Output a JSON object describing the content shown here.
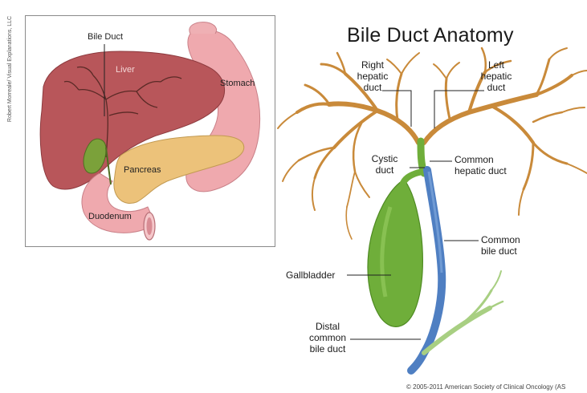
{
  "credit_vertical": "Robert Morreale/ Visual Explanations, LLC",
  "inset": {
    "labels": {
      "bile_duct": "Bile Duct",
      "liver": "Liver",
      "stomach": "Stomach",
      "pancreas": "Pancreas",
      "duodenum": "Duodenum"
    }
  },
  "title": "Bile Duct Anatomy",
  "labels": {
    "right_hepatic_duct": [
      "Right",
      "hepatic",
      "duct"
    ],
    "left_hepatic_duct": [
      "Left",
      "hepatic",
      "duct"
    ],
    "cystic_duct": [
      "Cystic",
      "duct"
    ],
    "common_hepatic_duct": [
      "Common",
      "hepatic duct"
    ],
    "common_bile_duct": [
      "Common",
      "bile duct"
    ],
    "gallbladder": "Gallbladder",
    "distal_common_bile_duct": [
      "Distal",
      "common",
      "bile duct"
    ]
  },
  "copyright": "© 2005-2011 American Society of Clinical Oncology (AS",
  "colors": {
    "liver": "#b8565a",
    "stomach": "#efa9ae",
    "pancreas": "#ecc27a",
    "hepatic_ducts": "#c98a3a",
    "gallbladder": "#6fae3a",
    "common_bile_duct": "#4f7fc2"
  }
}
